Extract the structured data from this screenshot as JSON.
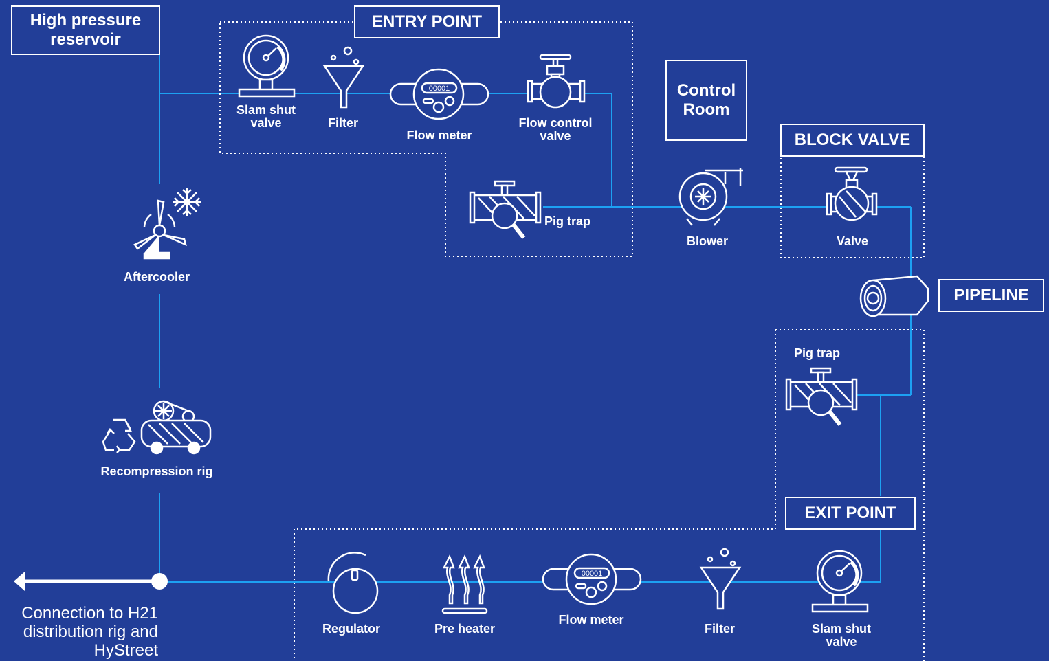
{
  "colors": {
    "background": "#223e98",
    "pipe": "#1da1f2",
    "foreground": "#ffffff"
  },
  "boxes": {
    "reservoir": "High pressure reservoir",
    "entry_point": "ENTRY POINT",
    "control_room": "Control Room",
    "block_valve": "BLOCK VALVE",
    "pipeline": "PIPELINE",
    "exit_point": "EXIT POINT"
  },
  "labels": {
    "entry_slam_shut": "Slam shut valve",
    "entry_filter": "Filter",
    "entry_flow_meter": "Flow meter",
    "flow_control_valve": "Flow control valve",
    "entry_pig_trap": "Pig trap",
    "blower": "Blower",
    "valve": "Valve",
    "aftercooler": "Aftercooler",
    "recompression_rig": "Recompression rig",
    "exit_pig_trap": "Pig trap",
    "regulator": "Regulator",
    "pre_heater": "Pre heater",
    "exit_flow_meter": "Flow meter",
    "exit_filter": "Filter",
    "exit_slam_shut": "Slam shut valve",
    "meter_reading": "00001"
  },
  "connection": "Connection to H21 distribution rig and HyStreet",
  "icons": [
    "gauge-icon",
    "filter-icon",
    "flow-meter-icon",
    "valve-icon",
    "pig-trap-icon",
    "blower-icon",
    "pipe-icon",
    "aftercooler-icon",
    "snowflake-icon",
    "recycle-icon",
    "compressor-icon",
    "regulator-icon",
    "heat-icon",
    "arrow-left-icon"
  ]
}
